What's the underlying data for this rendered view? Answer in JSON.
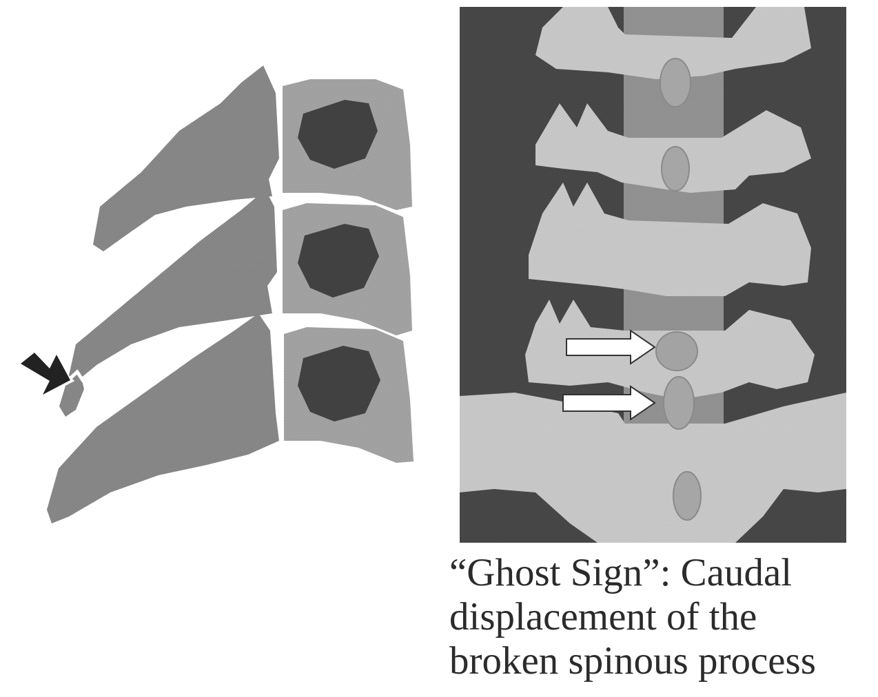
{
  "caption": {
    "line1": "“Ghost Sign”: Caudal",
    "line2": "displacement of the",
    "line3": "broken spinous process"
  },
  "colors": {
    "vertebra_lateral": "#8a8a8a",
    "vertebra_body": "#a6a6a6",
    "canal_dark": "#414141",
    "xray_background": "#4a4a4a",
    "vertebra_light": "#c8c8c8",
    "spinal_column": "#909090",
    "ghost_fragment": "#a3a3a3",
    "arrow_black": "#222222",
    "arrow_white": "#ffffff"
  },
  "icons": {
    "fracture_pointer": "black-arrow-icon",
    "ghost_sign_pointers": "white-arrow-icon"
  }
}
